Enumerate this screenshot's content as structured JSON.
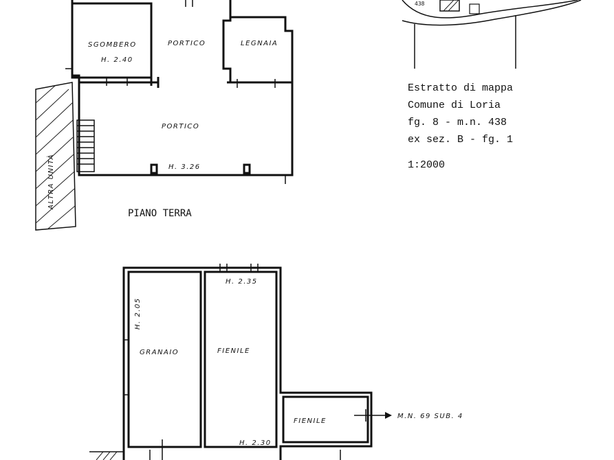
{
  "floor_ground": {
    "title": "PIANO TERRA",
    "rooms": {
      "sgombero": "SGOMBERO",
      "sgombero_height": "H. 2.40",
      "portico_top": "PORTICO",
      "legnaia": "LEGNAIA",
      "portico_main": "PORTICO",
      "portico_height": "H. 3.26"
    },
    "adjacent": "ALTRA UNITÀ"
  },
  "floor_upper": {
    "rooms": {
      "granaio": "GRANAIO",
      "granaio_height": "H. 2.05",
      "fienile": "FIENILE",
      "fienile_height_top": "H. 2.35",
      "fienile_height_bottom": "H. 2.30",
      "fienile_small": "FIENILE"
    },
    "reference": "M.N. 69 SUB. 4"
  },
  "cadastral": {
    "line1": "Estratto di mappa",
    "line2": "Comune di Loria",
    "line3": "fg. 8 - m.n. 438",
    "line4": "ex sez. B - fg. 1",
    "scale": "1:2000",
    "map_parcel": "438"
  }
}
